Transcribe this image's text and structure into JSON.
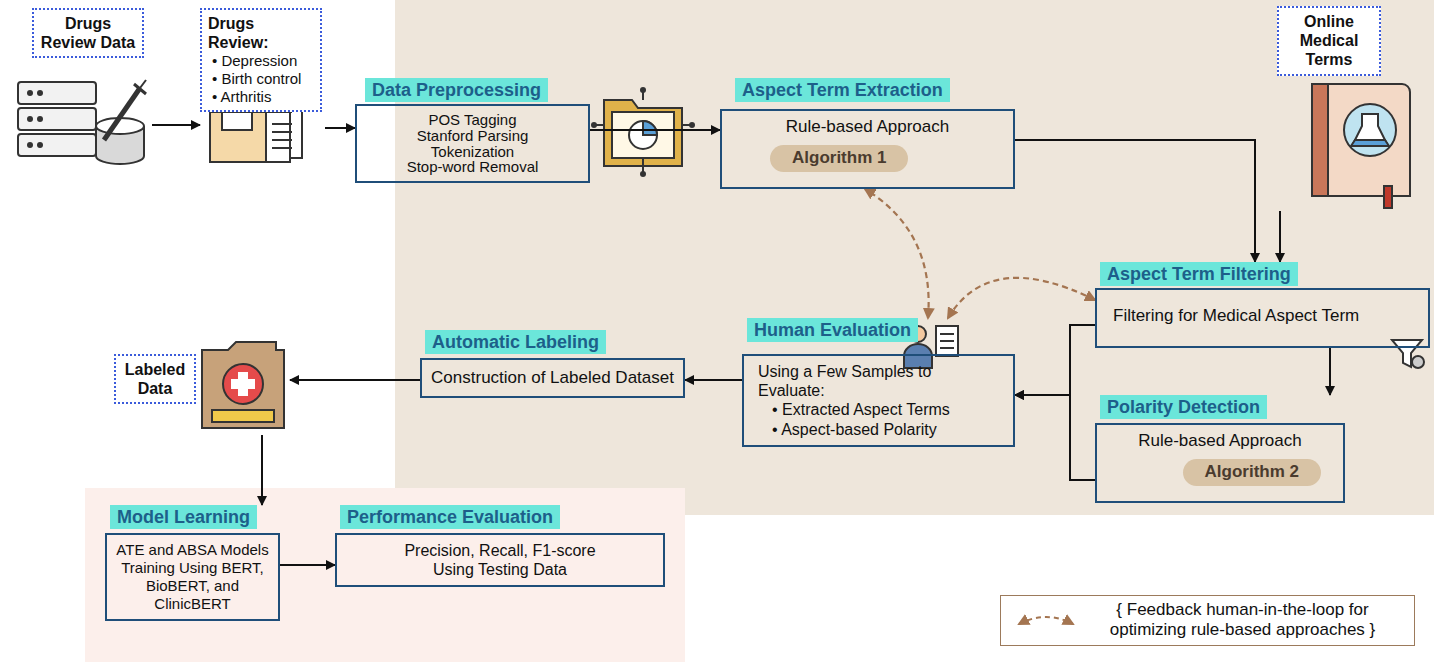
{
  "diagram": {
    "nodes": [
      {
        "text": [
          "Drugs Review Data"
        ]
      },
      {
        "text": [
          "Drugs Review:",
          "• Depression",
          "• Birth control",
          "• Arthritis"
        ]
      },
      {
        "text": [
          "Data Preprocessing",
          "POS Tagging",
          "Stanford Parsing",
          "Tokenization",
          "Stop-word Removal"
        ]
      },
      {
        "text": [
          "Aspect Term Extraction",
          "Rule-based Approach",
          "Algorithm 1"
        ]
      },
      {
        "text": [
          "Online Medical Terms"
        ]
      },
      {
        "text": [
          "Aspect Term Filtering",
          "Filtering for Medical Aspect Term"
        ]
      },
      {
        "text": [
          "Polarity Detection",
          "Rule-based Approach",
          "Algorithm 2"
        ]
      },
      {
        "text": [
          "Human Evaluation",
          "Using a Few Samples to Evaluate:",
          "• Extracted Aspect Terms",
          "• Aspect-based Polarity"
        ]
      },
      {
        "text": [
          "Automatic Labeling",
          "Construction of Labeled Dataset"
        ]
      },
      {
        "text": [
          "Labeled Data"
        ]
      },
      {
        "text": [
          "Model Learning",
          "ATE and ABSA Models Training Using BERT, BioBERT, and ClinicBERT"
        ]
      },
      {
        "text": [
          "Performance Evaluation",
          "Precision, Recall, F1-score Using Testing Data"
        ]
      }
    ],
    "edges": [
      {
        "from": 0,
        "to": 1,
        "arrow": "to"
      },
      {
        "from": 1,
        "to": 2,
        "arrow": "to"
      },
      {
        "from": 2,
        "to": 3,
        "arrow": "to"
      },
      {
        "from": 3,
        "to": 5,
        "arrow": "to"
      },
      {
        "from": 4,
        "to": 5,
        "arrow": "to"
      },
      {
        "from": 5,
        "to": 6,
        "arrow": "to"
      },
      {
        "from": 5,
        "to": 7,
        "arrow": "to"
      },
      {
        "from": 6,
        "to": 7,
        "arrow": "to"
      },
      {
        "from": 7,
        "to": 8,
        "arrow": "to"
      },
      {
        "from": 8,
        "to": 9,
        "arrow": "to"
      },
      {
        "from": 9,
        "to": 10,
        "arrow": "to"
      },
      {
        "from": 10,
        "to": 11,
        "arrow": "to"
      },
      {
        "from": 7,
        "to": 3,
        "arrow": "both"
      },
      {
        "from": 7,
        "to": 5,
        "arrow": "both"
      }
    ],
    "legend": [
      {
        "text": "{ Feedback human-in-the-loop for optimizing rule-based approaches }"
      }
    ]
  }
}
